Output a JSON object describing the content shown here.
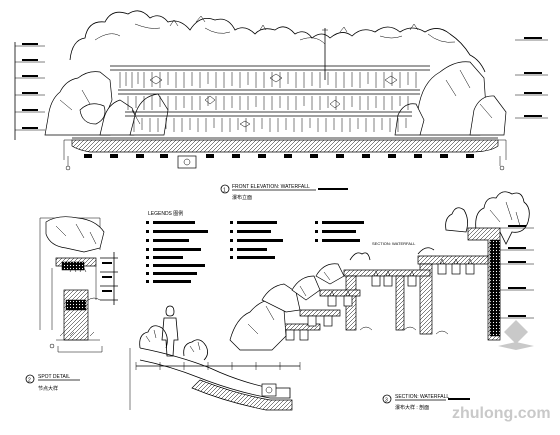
{
  "front_elevation": {
    "title": "FRONT ELEVATION: WATERFALL",
    "subtitle": "瀑布立面",
    "number": "1"
  },
  "legend": {
    "title": "LEGENDS  图例"
  },
  "spot_detail": {
    "title": "SPOT DETAIL",
    "subtitle": "节点大样",
    "number": "2"
  },
  "section": {
    "title": "SECTION: WATERFALL",
    "subtitle": "瀑布大样 : 剖面",
    "number": "3"
  },
  "watermark": {
    "text": "zhulong.com"
  }
}
